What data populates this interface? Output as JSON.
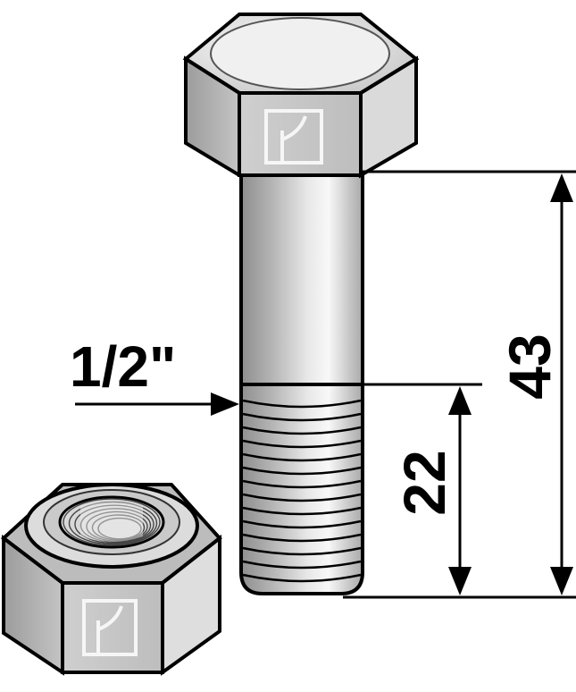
{
  "labels": {
    "diameter": "1/2\"",
    "total_length": "43",
    "thread_length": "22"
  },
  "colors": {
    "outline": "#000000",
    "metal_light": "#e4e4e4",
    "metal_mid": "#c6c6c6",
    "metal_dark": "#9a9a9a",
    "logo": "#f4f4f4"
  },
  "icons": {
    "bolt": "hex-bolt-icon",
    "nut": "hex-lock-nut-icon",
    "logo": "brand-logo-icon"
  }
}
